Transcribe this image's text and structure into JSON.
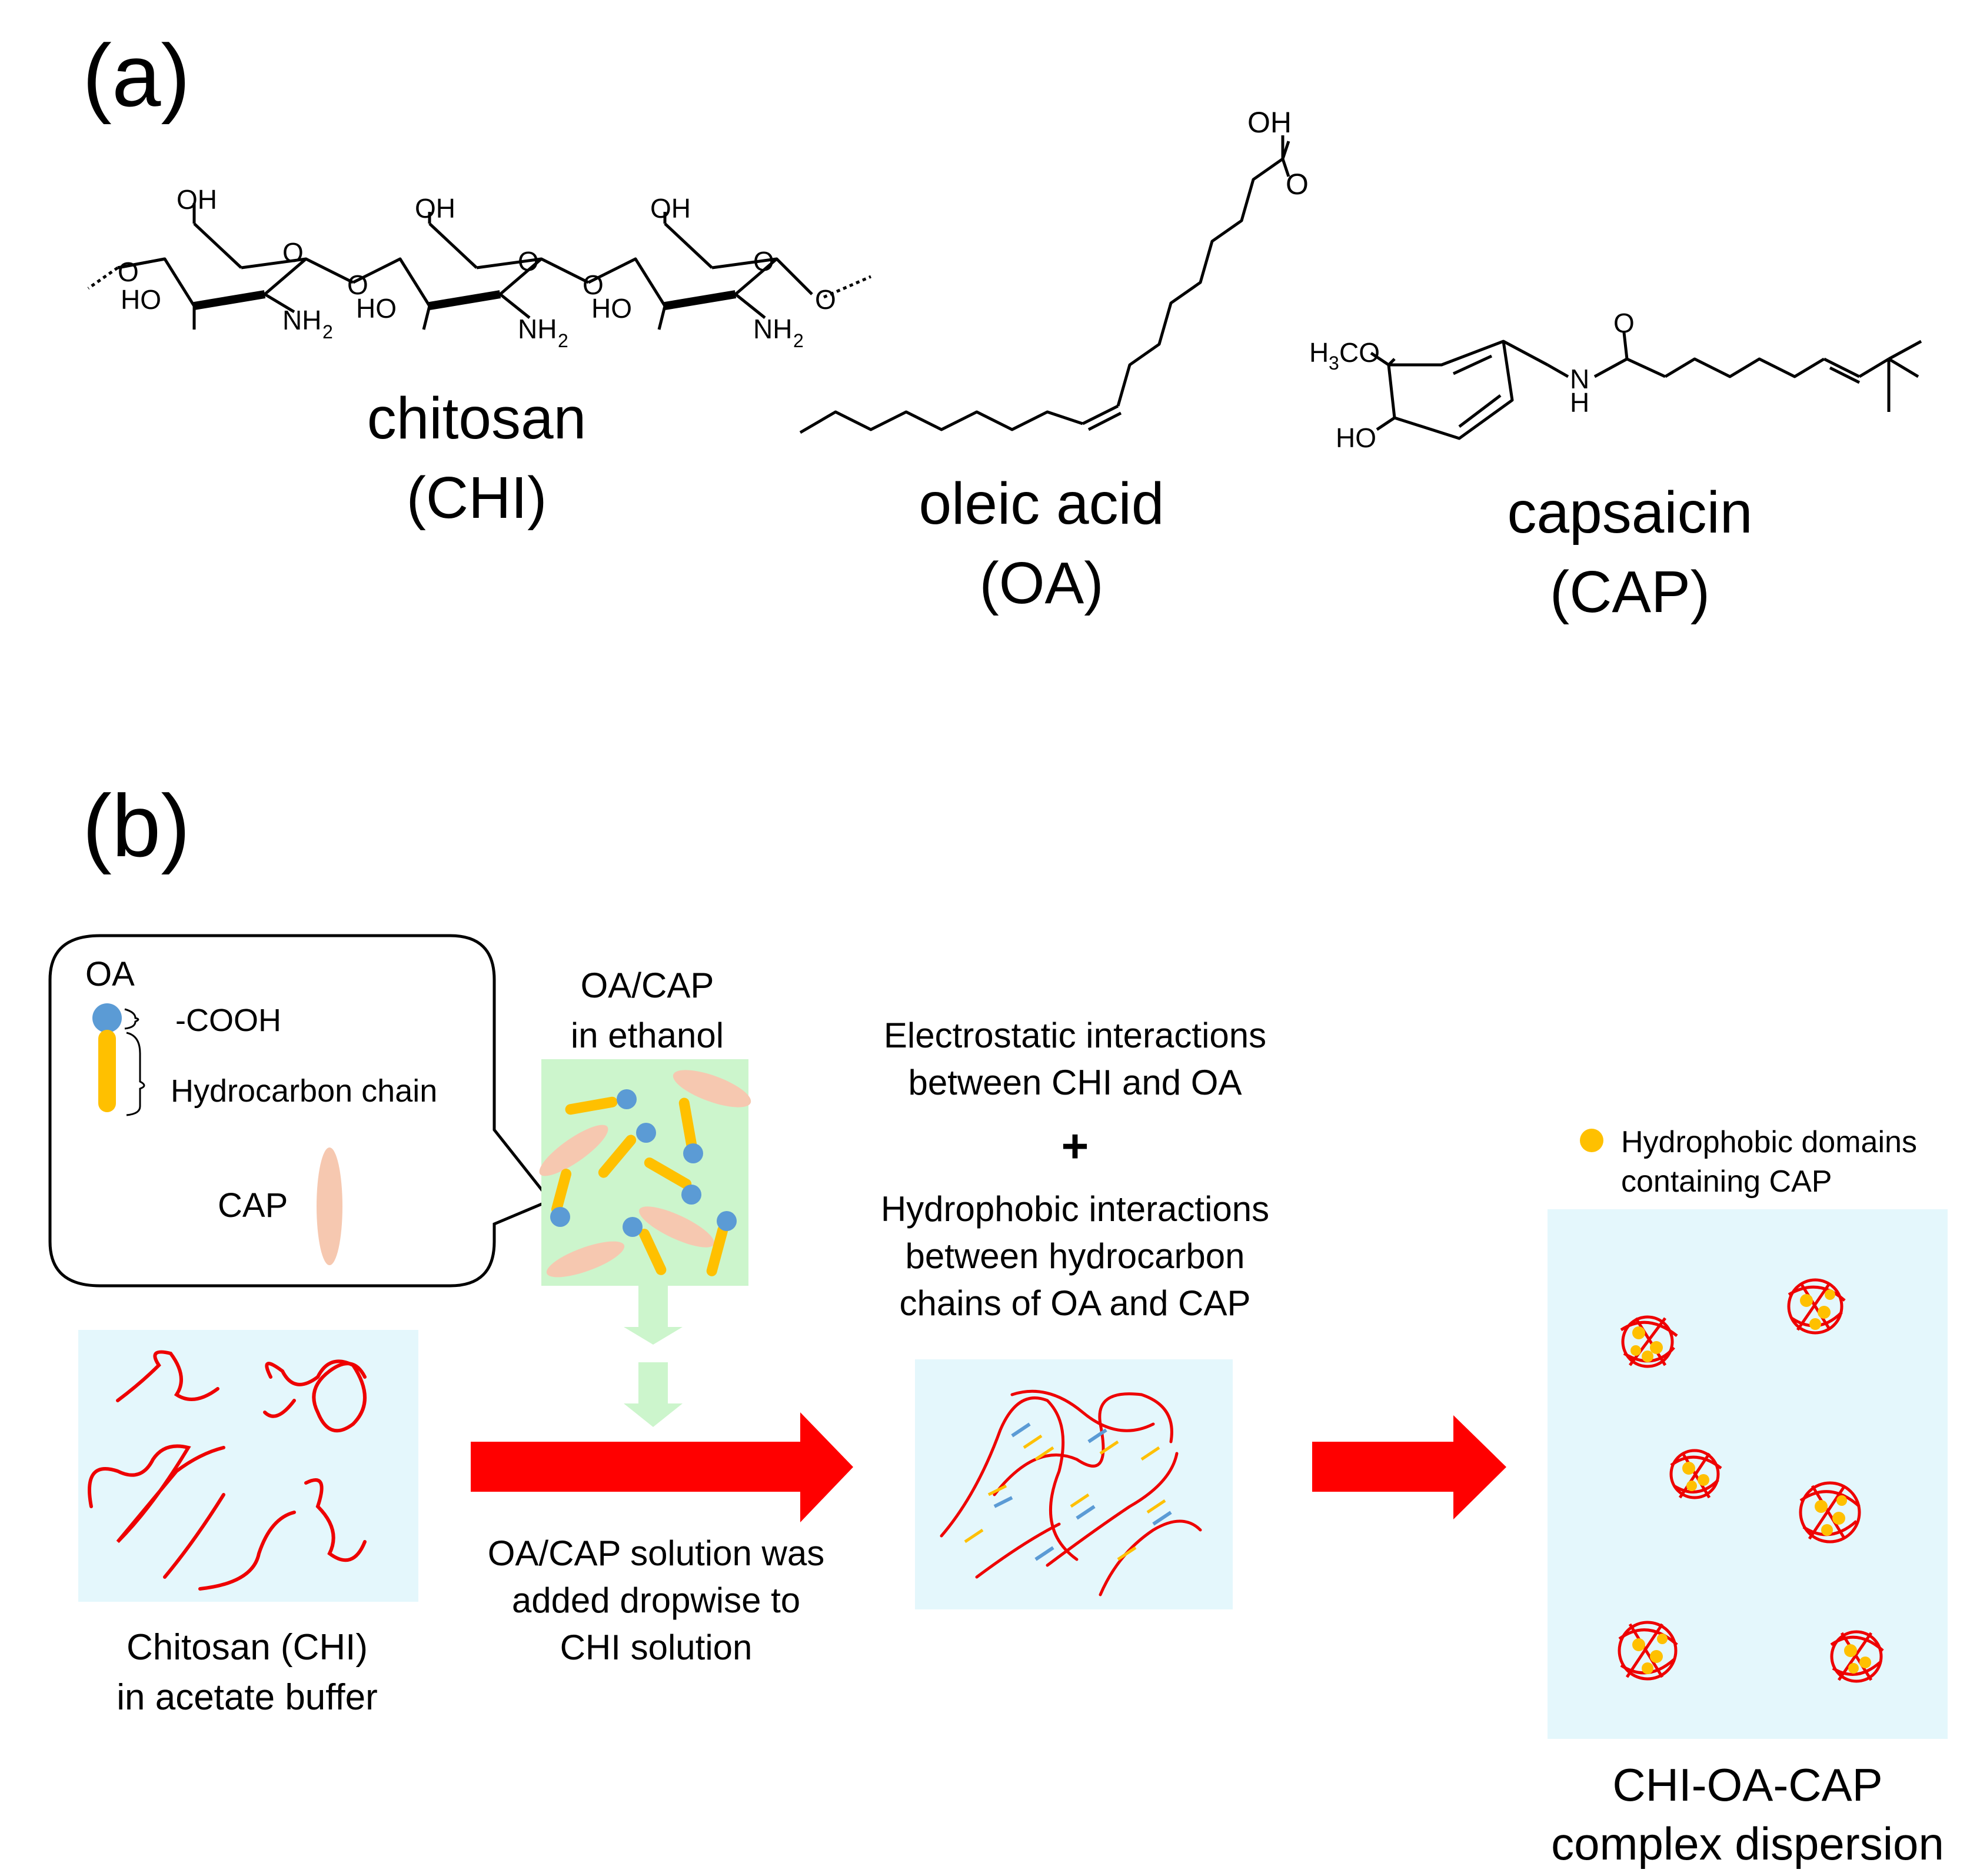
{
  "panel_a": {
    "label": "(a)",
    "chitosan": {
      "name": "chitosan",
      "abbr": "(CHI)",
      "atoms": {
        "oh": "OH",
        "o": "O",
        "ho": "HO",
        "nh": "NH",
        "sub2": "2"
      }
    },
    "oleic": {
      "name": "oleic acid",
      "abbr": "(OA)",
      "atoms": {
        "oh": "OH",
        "o": "O"
      }
    },
    "capsaicin": {
      "name": "capsaicin",
      "abbr": "(CAP)",
      "atoms": {
        "h": "H",
        "sub3": "3",
        "co": "CO",
        "ho": "HO",
        "n": "N",
        "nh_h": "H",
        "o": "O"
      }
    }
  },
  "panel_b": {
    "label": "(b)",
    "legend": {
      "oa_title": "OA",
      "cooh": "-COOH",
      "chain": "Hydrocarbon chain",
      "cap": "CAP"
    },
    "oacap_box": {
      "line1": "OA/CAP",
      "line2": "in ethanol"
    },
    "chi_box": {
      "line1": "Chitosan (CHI)",
      "line2": "in acetate buffer"
    },
    "arrow1_caption": {
      "line1": "OA/CAP solution was",
      "line2": "added dropwise to",
      "line3": "CHI solution"
    },
    "interactions": {
      "l1": "Electrostatic interactions",
      "l2": "between CHI and OA",
      "plus": "+",
      "l3": "Hydrophobic interactions",
      "l4": "between hydrocarbon",
      "l5": "chains of OA and CAP"
    },
    "result_legend": {
      "line1": "Hydrophobic domains",
      "line2": "containing CAP"
    },
    "result_caption": {
      "line1": "CHI-OA-CAP",
      "line2": "complex dispersion"
    }
  },
  "colors": {
    "chitosan_red": "#ee0000",
    "arrow_red": "#ff0000",
    "water_blue": "#e4f7fc",
    "ethanol_green": "#ccf5cc",
    "drop_arrow_green": "#ccf5cc",
    "cooh_blue": "#5b9bd5",
    "chain_yellow": "#ffc000",
    "cap_peach": "#f6c8b0"
  }
}
